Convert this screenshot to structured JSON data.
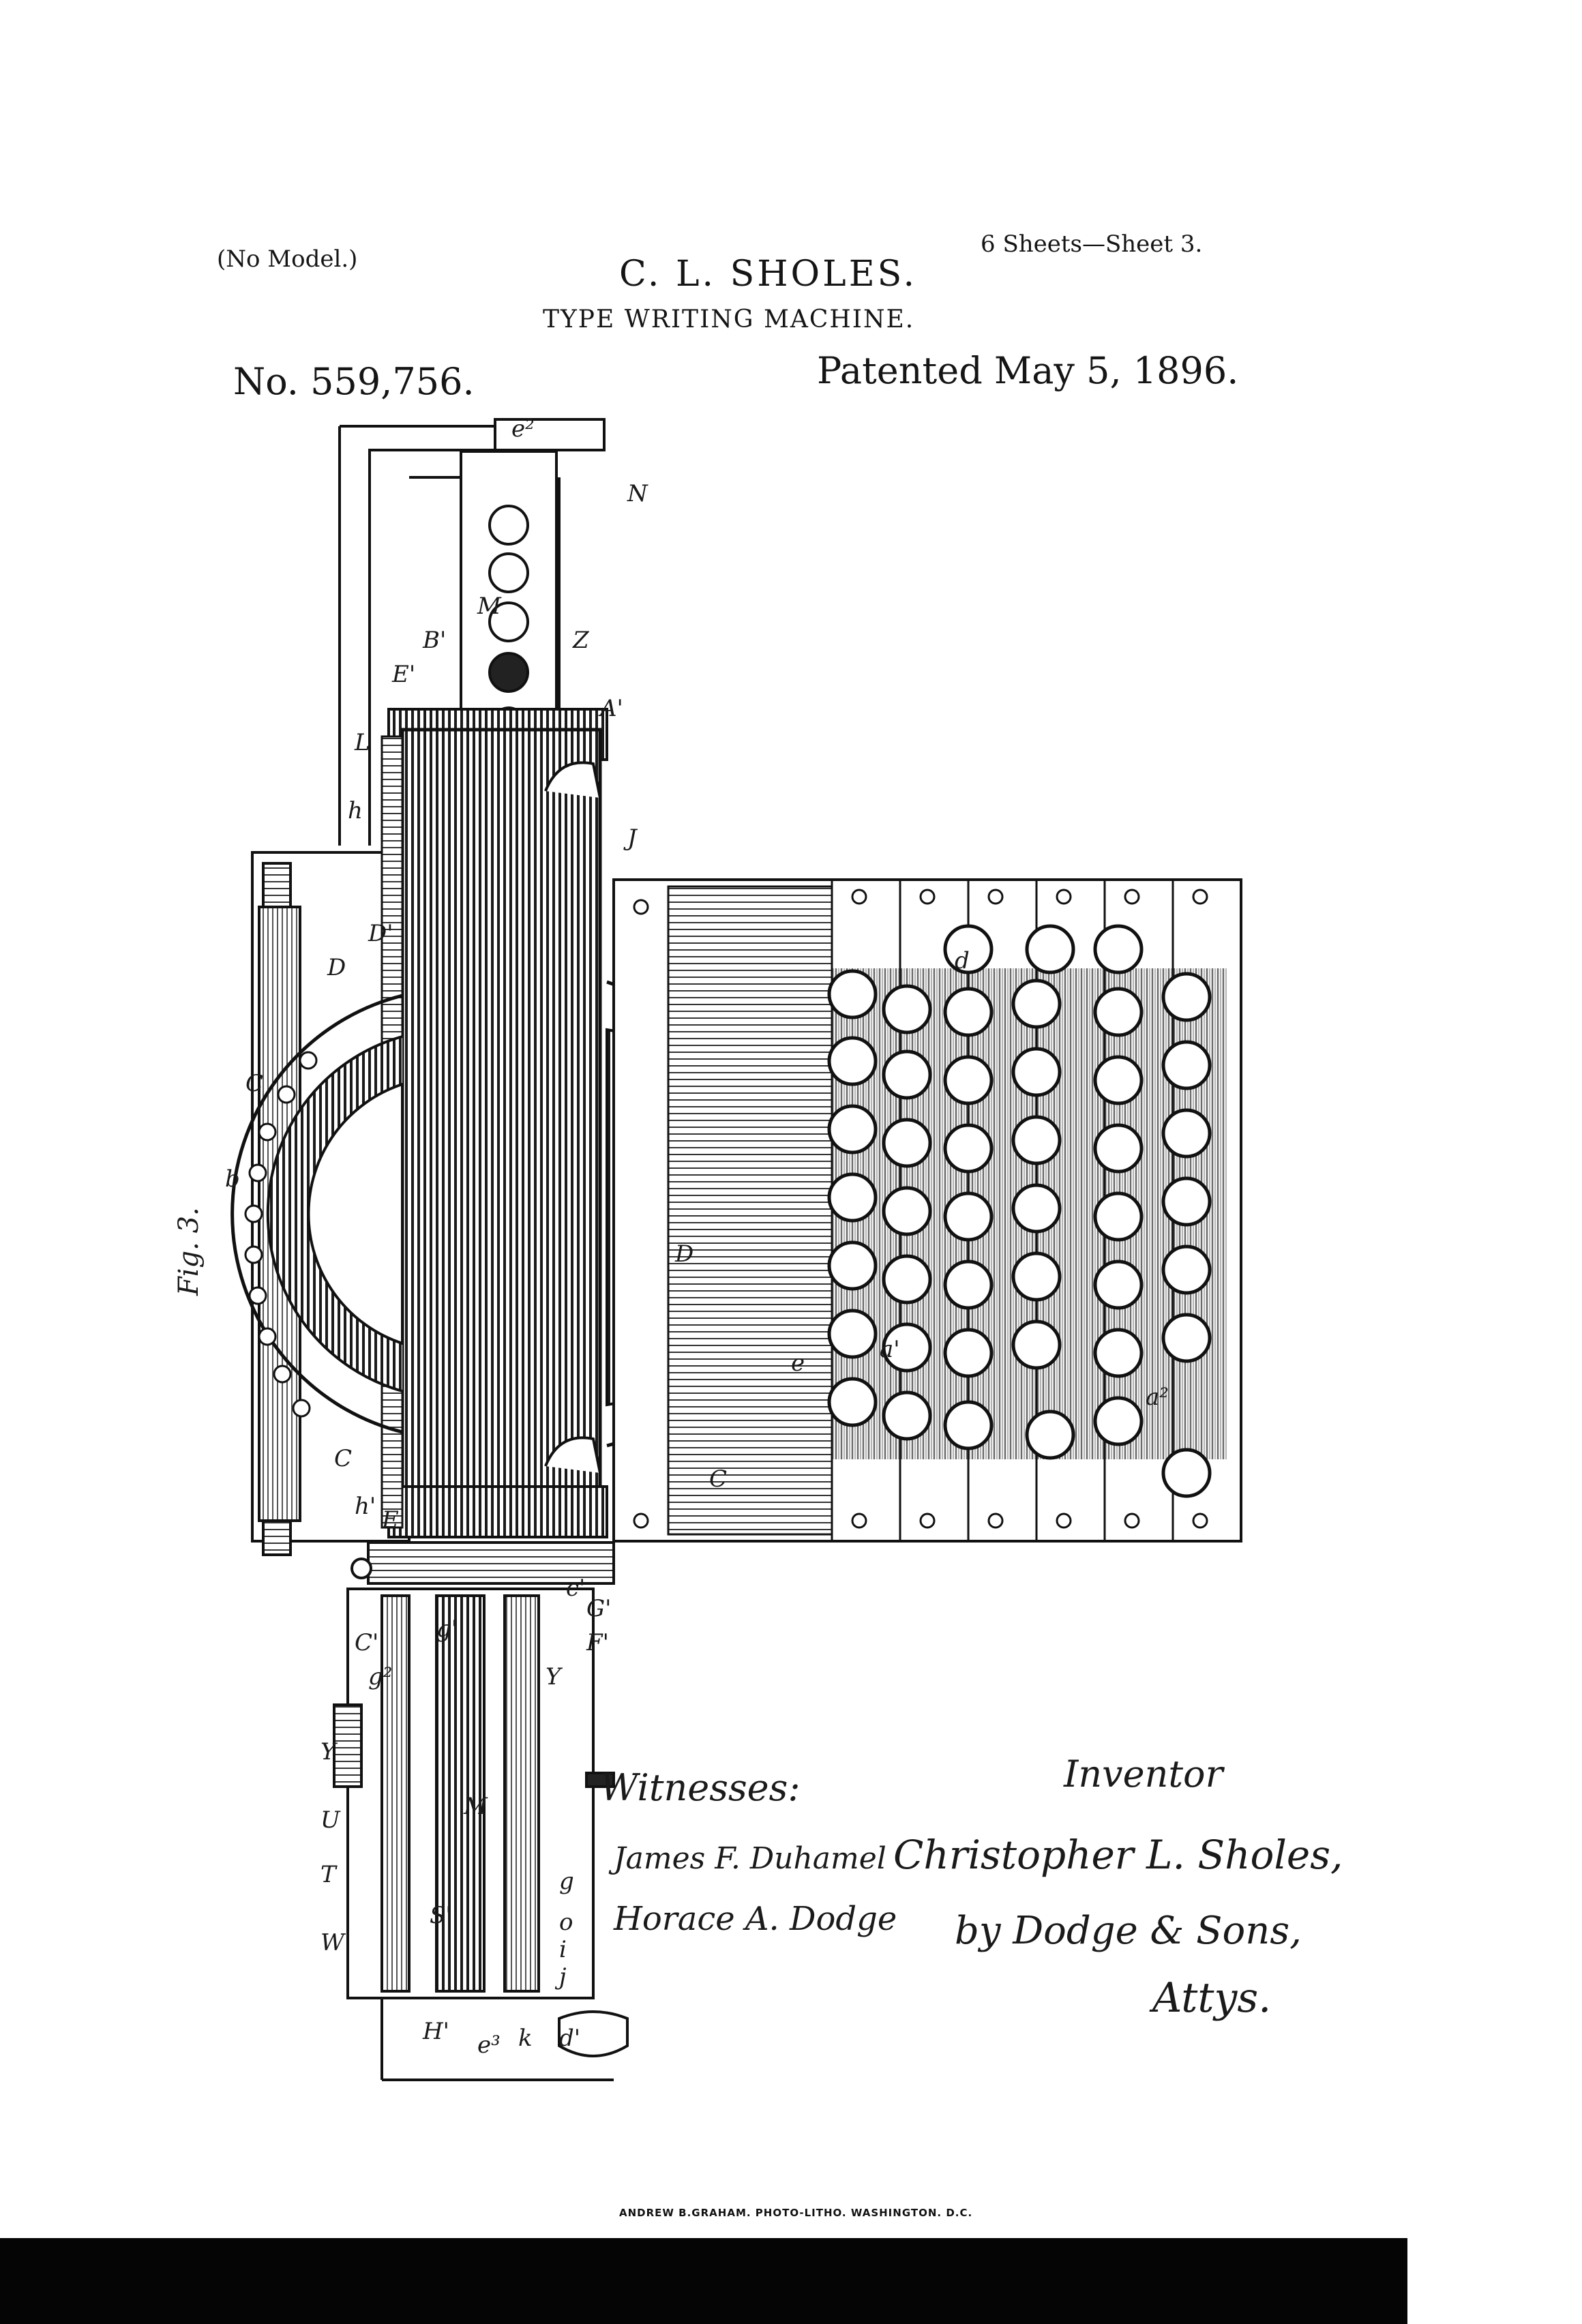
{
  "header": {
    "no_model": "(No Model.)",
    "sheets": "6 Sheets—Sheet 3.",
    "inventor": "C. L. SHOLES.",
    "title": "TYPE WRITING MACHINE.",
    "patent_number": "No. 559,756.",
    "patented": "Patented May 5, 1896."
  },
  "figure": {
    "label": "Fig. 3."
  },
  "signatures": {
    "witnesses_label": "Witnesses:",
    "inventor_label": "Inventor",
    "witness_1": "James F. Duhamel",
    "witness_2": "Horace A. Dodge",
    "inventor_signature": "Christopher L. Sholes,",
    "by_line": "by Dodge & Sons,",
    "attys": "Attys."
  },
  "footer": {
    "printer": "ANDREW B.GRAHAM. PHOTO-LITHO. WASHINGTON. D.C."
  },
  "colors": {
    "ink": "#111111",
    "paper": "#ffffff"
  }
}
